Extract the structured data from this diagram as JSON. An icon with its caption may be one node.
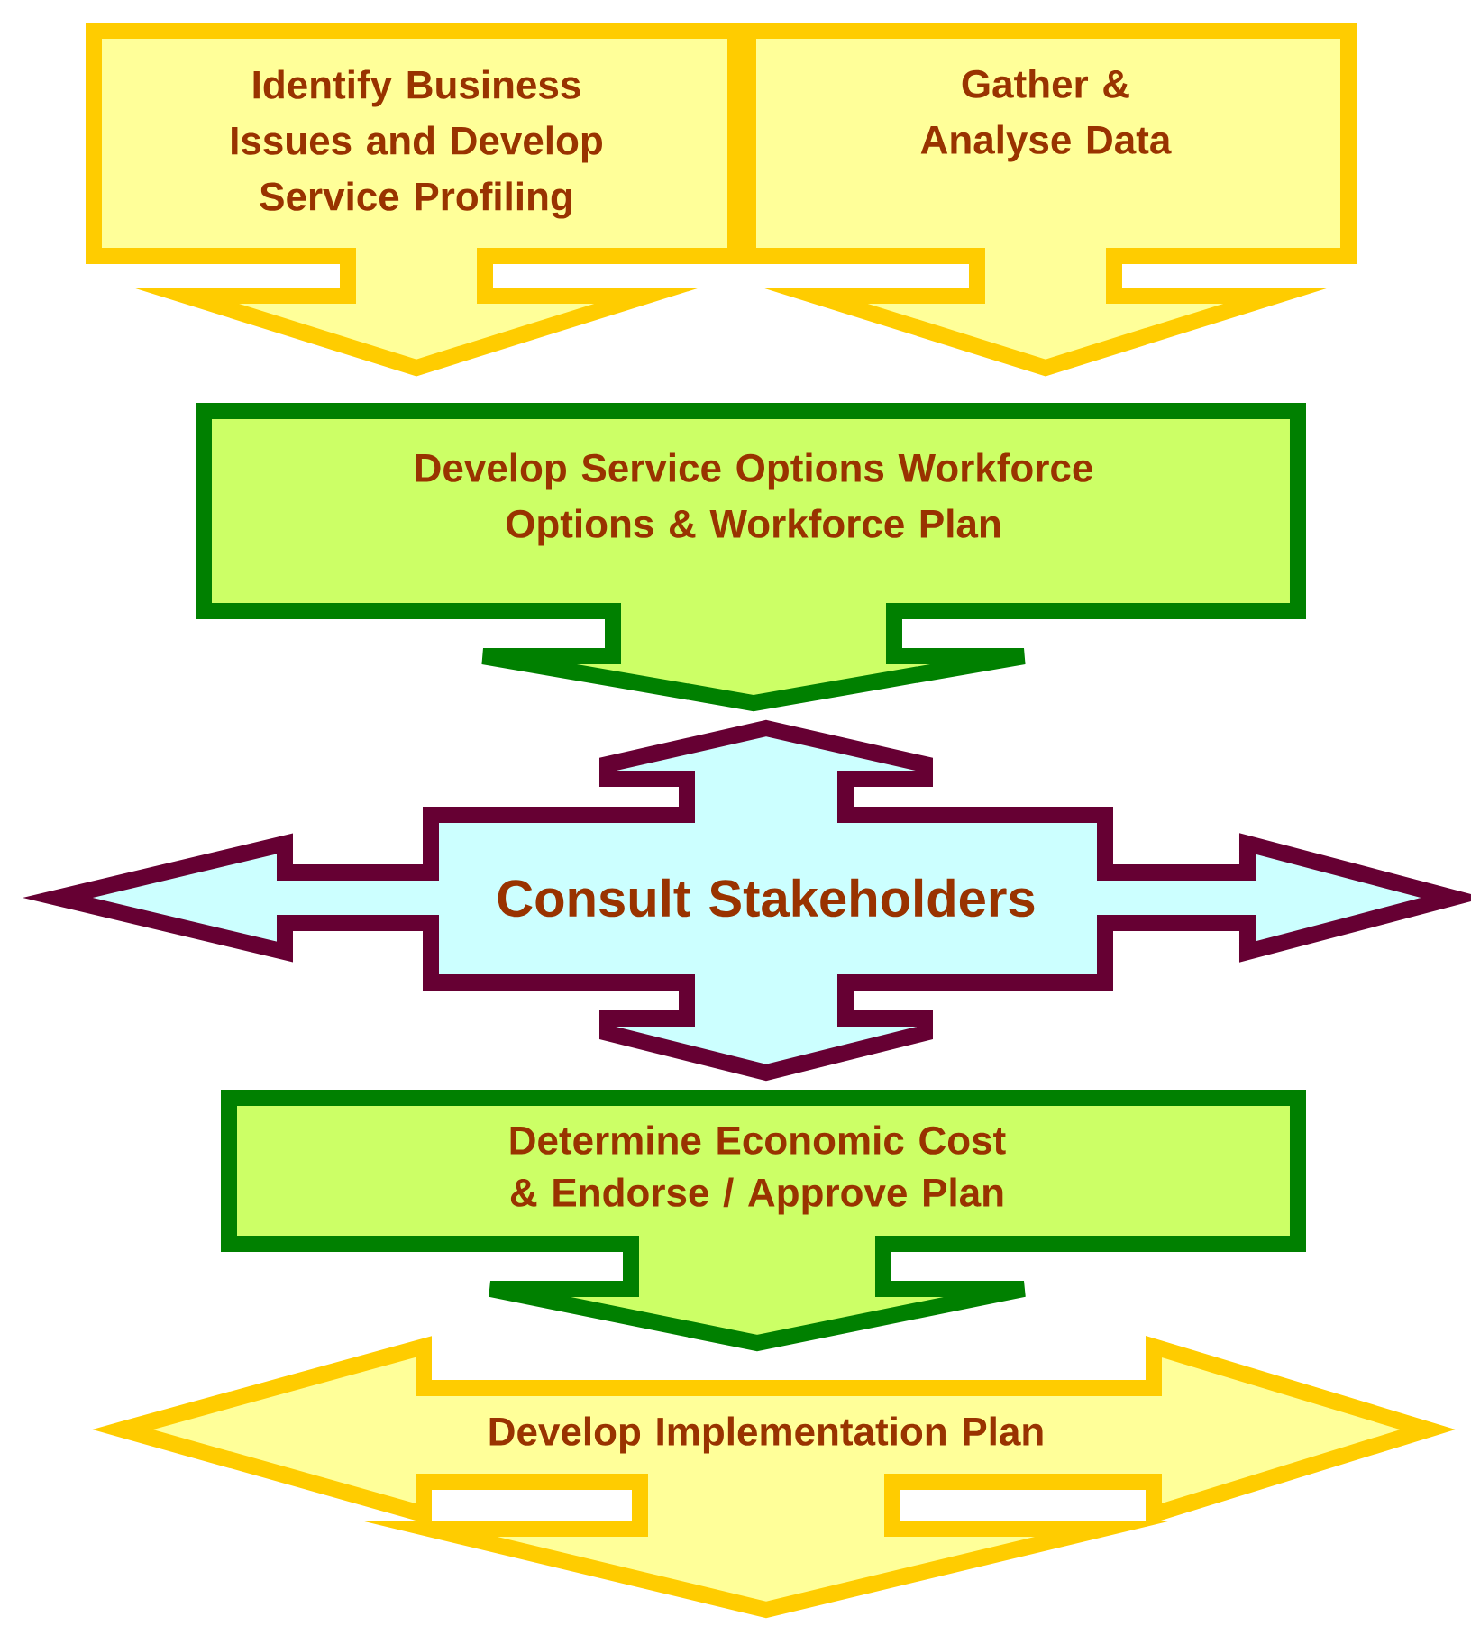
{
  "diagram": {
    "nodes": [
      {
        "text": [
          "Identify Business Issues and Develop Service Profiling"
        ]
      },
      {
        "text": [
          "Gather & Analyse Data"
        ]
      },
      {
        "text": [
          "Develop Service Options Workforce Options & Workforce Plan"
        ]
      },
      {
        "text": [
          "Consult Stakeholders"
        ]
      },
      {
        "text": [
          "Determine Economic Cost & Endorse / Approve Plan"
        ]
      },
      {
        "text": [
          "Develop Implementation Plan"
        ]
      }
    ]
  }
}
